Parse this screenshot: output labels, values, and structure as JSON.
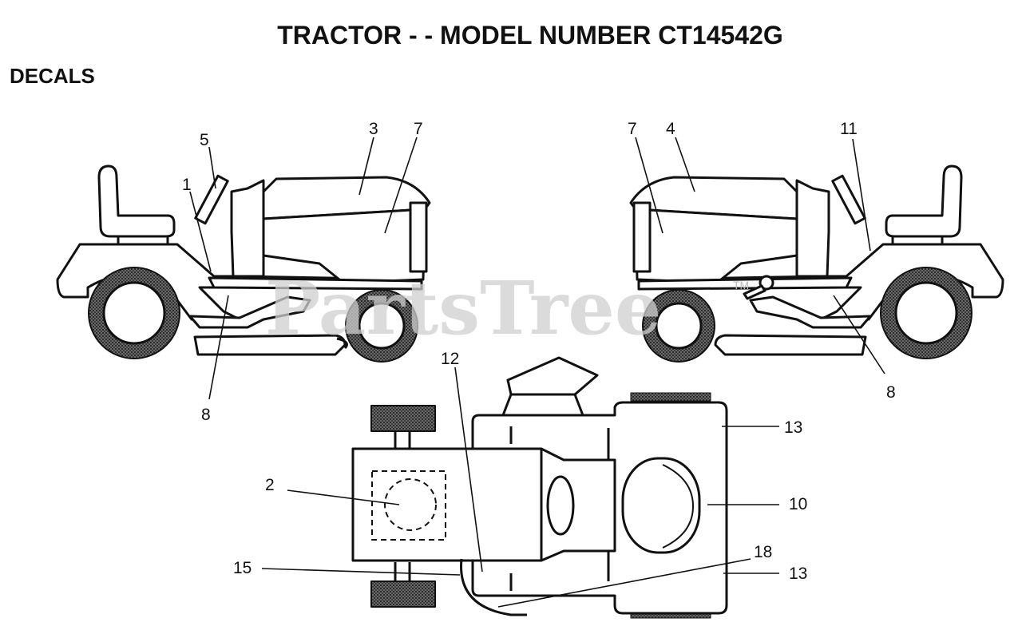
{
  "header": {
    "title": "TRACTOR - - MODEL NUMBER CT14542G",
    "section": "DECALS"
  },
  "watermark": {
    "text": "PartsTree",
    "tm": "TM"
  },
  "callouts": {
    "c1": "1",
    "c2": "2",
    "c3": "3",
    "c4": "4",
    "c5": "5",
    "c7a": "7",
    "c7b": "7",
    "c8a": "8",
    "c8b": "8",
    "c10": "10",
    "c11": "11",
    "c12": "12",
    "c13a": "13",
    "c13b": "13",
    "c15": "15",
    "c18": "18"
  },
  "colors": {
    "ink": "#111111",
    "tire": "#555555",
    "watermark": "#cfcfcf"
  }
}
